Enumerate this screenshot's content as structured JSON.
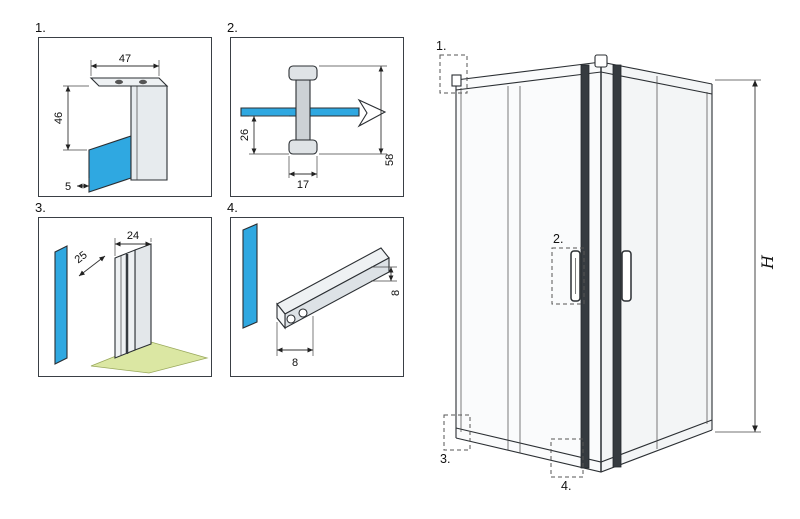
{
  "details": {
    "d1": {
      "label": "1.",
      "dim_top": "47",
      "dim_left": "46",
      "dim_small": "5"
    },
    "d2": {
      "label": "2.",
      "dim_left": "26",
      "dim_bottom": "17",
      "dim_right": "58"
    },
    "d3": {
      "label": "3.",
      "dim_diag": "25",
      "dim_top": "24"
    },
    "d4": {
      "label": "4.",
      "dim_right": "8",
      "dim_bottom": "8"
    }
  },
  "main": {
    "height_label": "H",
    "callout_1": "1.",
    "callout_2": "2.",
    "callout_3": "3.",
    "callout_4": "4."
  },
  "colors": {
    "glass": "#2fa8e1",
    "glass_edge": "#15678f",
    "floor": "#dbe7a3",
    "profile_light": "#eef1f3",
    "profile_mid": "#dde2e6",
    "dark_frame": "#363b40"
  }
}
